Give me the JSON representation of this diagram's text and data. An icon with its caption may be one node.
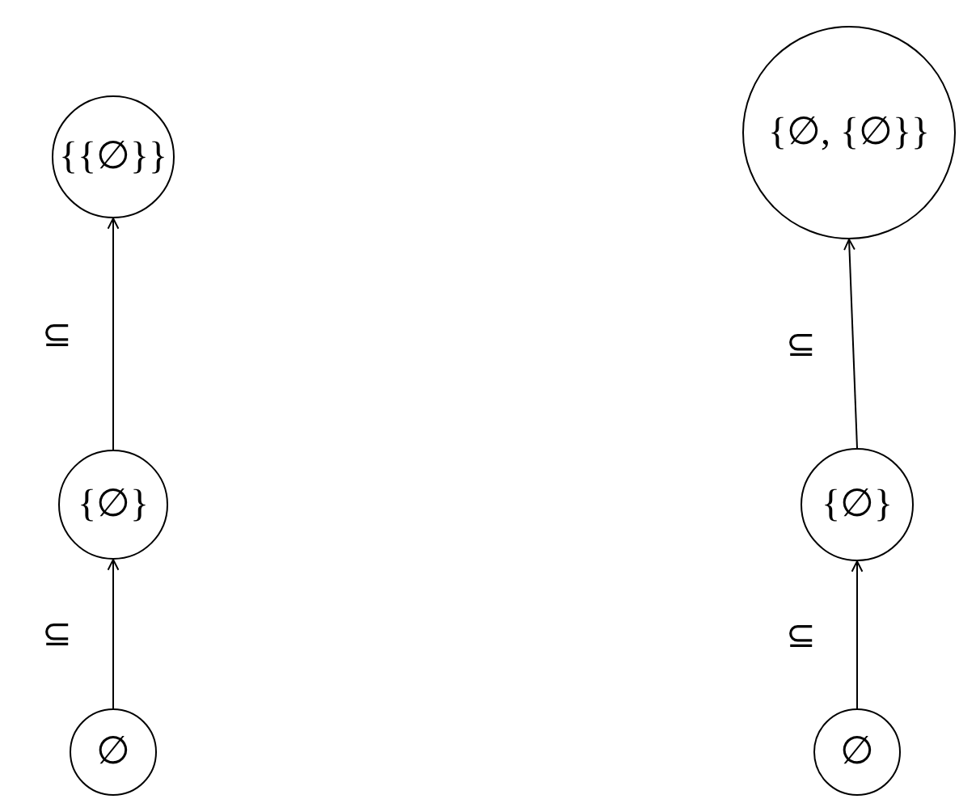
{
  "diagram": {
    "nodes": [
      {
        "text": [
          "{{∅}}"
        ]
      },
      {
        "text": [
          "{∅, {∅}}"
        ]
      },
      {
        "text": [
          "{∅}"
        ]
      },
      {
        "text": [
          "{∅}"
        ]
      },
      {
        "text": [
          "∅"
        ]
      },
      {
        "text": [
          "∅"
        ]
      }
    ],
    "edges": [
      {
        "from": 4,
        "to": 2,
        "arrow": "to",
        "label": "⊆"
      },
      {
        "from": 2,
        "to": 0,
        "arrow": "to",
        "label": "⊆"
      },
      {
        "from": 5,
        "to": 3,
        "arrow": "to",
        "label": "⊆"
      },
      {
        "from": 3,
        "to": 1,
        "arrow": "to",
        "label": "⊆"
      }
    ]
  }
}
